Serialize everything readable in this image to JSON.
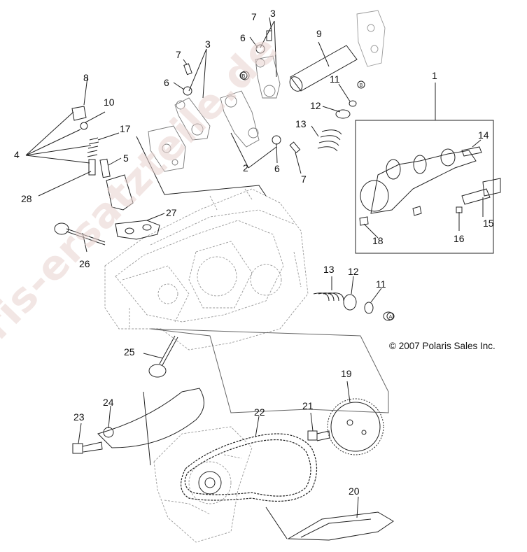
{
  "watermark": "www.polaris-ersatzteile.de",
  "copyright": "© 2007 Polaris Sales Inc.",
  "callouts": [
    "1",
    "2",
    "3",
    "3",
    "4",
    "5",
    "6",
    "6",
    "6",
    "7",
    "7",
    "7",
    "8",
    "9",
    "10",
    "11",
    "11",
    "12",
    "12",
    "13",
    "13",
    "14",
    "15",
    "16",
    "17",
    "18",
    "19",
    "20",
    "21",
    "22",
    "23",
    "24",
    "25",
    "26",
    "27",
    "28"
  ],
  "ink_color": "#222222",
  "faint_color": "#9a9a9a"
}
